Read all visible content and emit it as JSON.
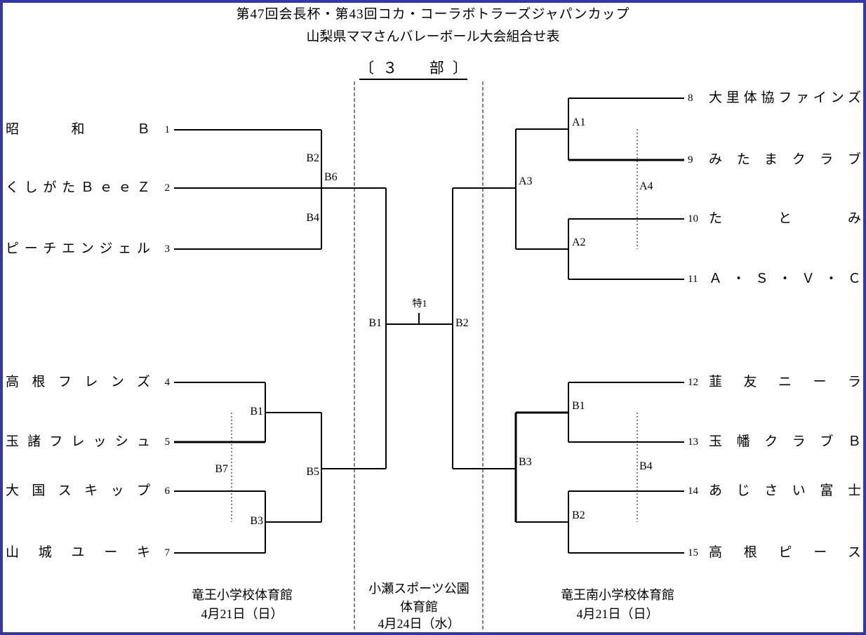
{
  "header": {
    "title_line1": "第47回会長杯・第43回コカ・コーラボトラーズジャパンカップ",
    "title_line2": "山梨県ママさんバレーボール大会組合せ表",
    "division": "〔３　部〕"
  },
  "teams": {
    "left": [
      {
        "seed": "1",
        "name": "昭和Ｂ"
      },
      {
        "seed": "2",
        "name": "くしがたＢｅｅＺ"
      },
      {
        "seed": "3",
        "name": "ピーチエンジェル"
      },
      {
        "seed": "4",
        "name": "高根フレンズ"
      },
      {
        "seed": "5",
        "name": "玉諸フレッシュ"
      },
      {
        "seed": "6",
        "name": "大国スキップ"
      },
      {
        "seed": "7",
        "name": "山城ユーキ"
      }
    ],
    "right": [
      {
        "seed": "8",
        "name": "大里体協ファインズ"
      },
      {
        "seed": "9",
        "name": "みたまクラブ"
      },
      {
        "seed": "10",
        "name": "たとみ"
      },
      {
        "seed": "11",
        "name": "Ａ・Ｓ・Ｖ・Ｃ"
      },
      {
        "seed": "12",
        "name": "韮友ニーラ"
      },
      {
        "seed": "13",
        "name": "玉幡クラブＢ"
      },
      {
        "seed": "14",
        "name": "あじさい富士"
      },
      {
        "seed": "15",
        "name": "高根ピース"
      }
    ]
  },
  "match_labels": {
    "lt_upper": "B2",
    "lt_mid": "B6",
    "lt_lower": "B4",
    "lb_m1": "B1",
    "lb_cons": "B7",
    "lb_semi": "B5",
    "lb_m2": "B3",
    "rt_m1": "A1",
    "rt_semi": "A3",
    "rt_cons": "A4",
    "rt_m2": "A2",
    "rb_m1": "B1",
    "rb_semi": "B3",
    "rb_cons": "B4",
    "rb_m2": "B2",
    "final_left": "B1",
    "final_center": "特1",
    "final_right": "B2"
  },
  "venues": {
    "left": {
      "name": "竜王小学校体育館",
      "date": "4月21日（日）"
    },
    "center": {
      "name_line1": "小瀬スポーツ公園",
      "name_line2": "体育館",
      "date": "4月24日（水）"
    },
    "right": {
      "name": "竜王南小学校体育館",
      "date": "4月21日（日）"
    }
  },
  "colors": {
    "frame": "#3535ac",
    "line": "#000000",
    "text": "#000000",
    "background": "#ffffff"
  }
}
